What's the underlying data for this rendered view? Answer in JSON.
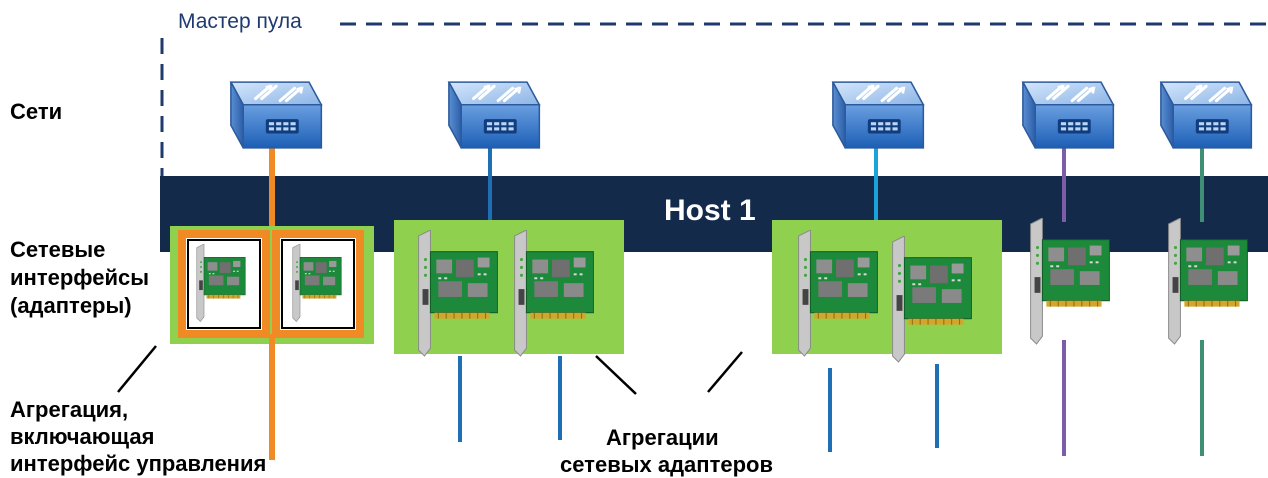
{
  "master_label": "Мастер пула",
  "host_label": "Host 1",
  "labels": {
    "networks": "Сети",
    "adapters_line1": "Сетевые",
    "adapters_line2": "интерфейсы",
    "adapters_line3": "(адаптеры)",
    "mgmt_bond_line1": "Агрегация,",
    "mgmt_bond_line2": "включающая",
    "mgmt_bond_line3": "интерфейс управления",
    "bonds_line1": "Агрегации",
    "bonds_line2": "сетевых адаптеров"
  },
  "colors": {
    "host_bar": "#142a4b",
    "bond_box": "#8fd14f",
    "mgmt_highlight": "#f08a24",
    "link_blue": "#1f6fb5",
    "link_lightblue": "#1aa3d9",
    "link_purple": "#7b5ea7",
    "link_teal": "#3f8f74",
    "dash_line": "#1f3a6e"
  },
  "icons": [
    "network-switch-icon",
    "network-adapter-card-icon"
  ]
}
